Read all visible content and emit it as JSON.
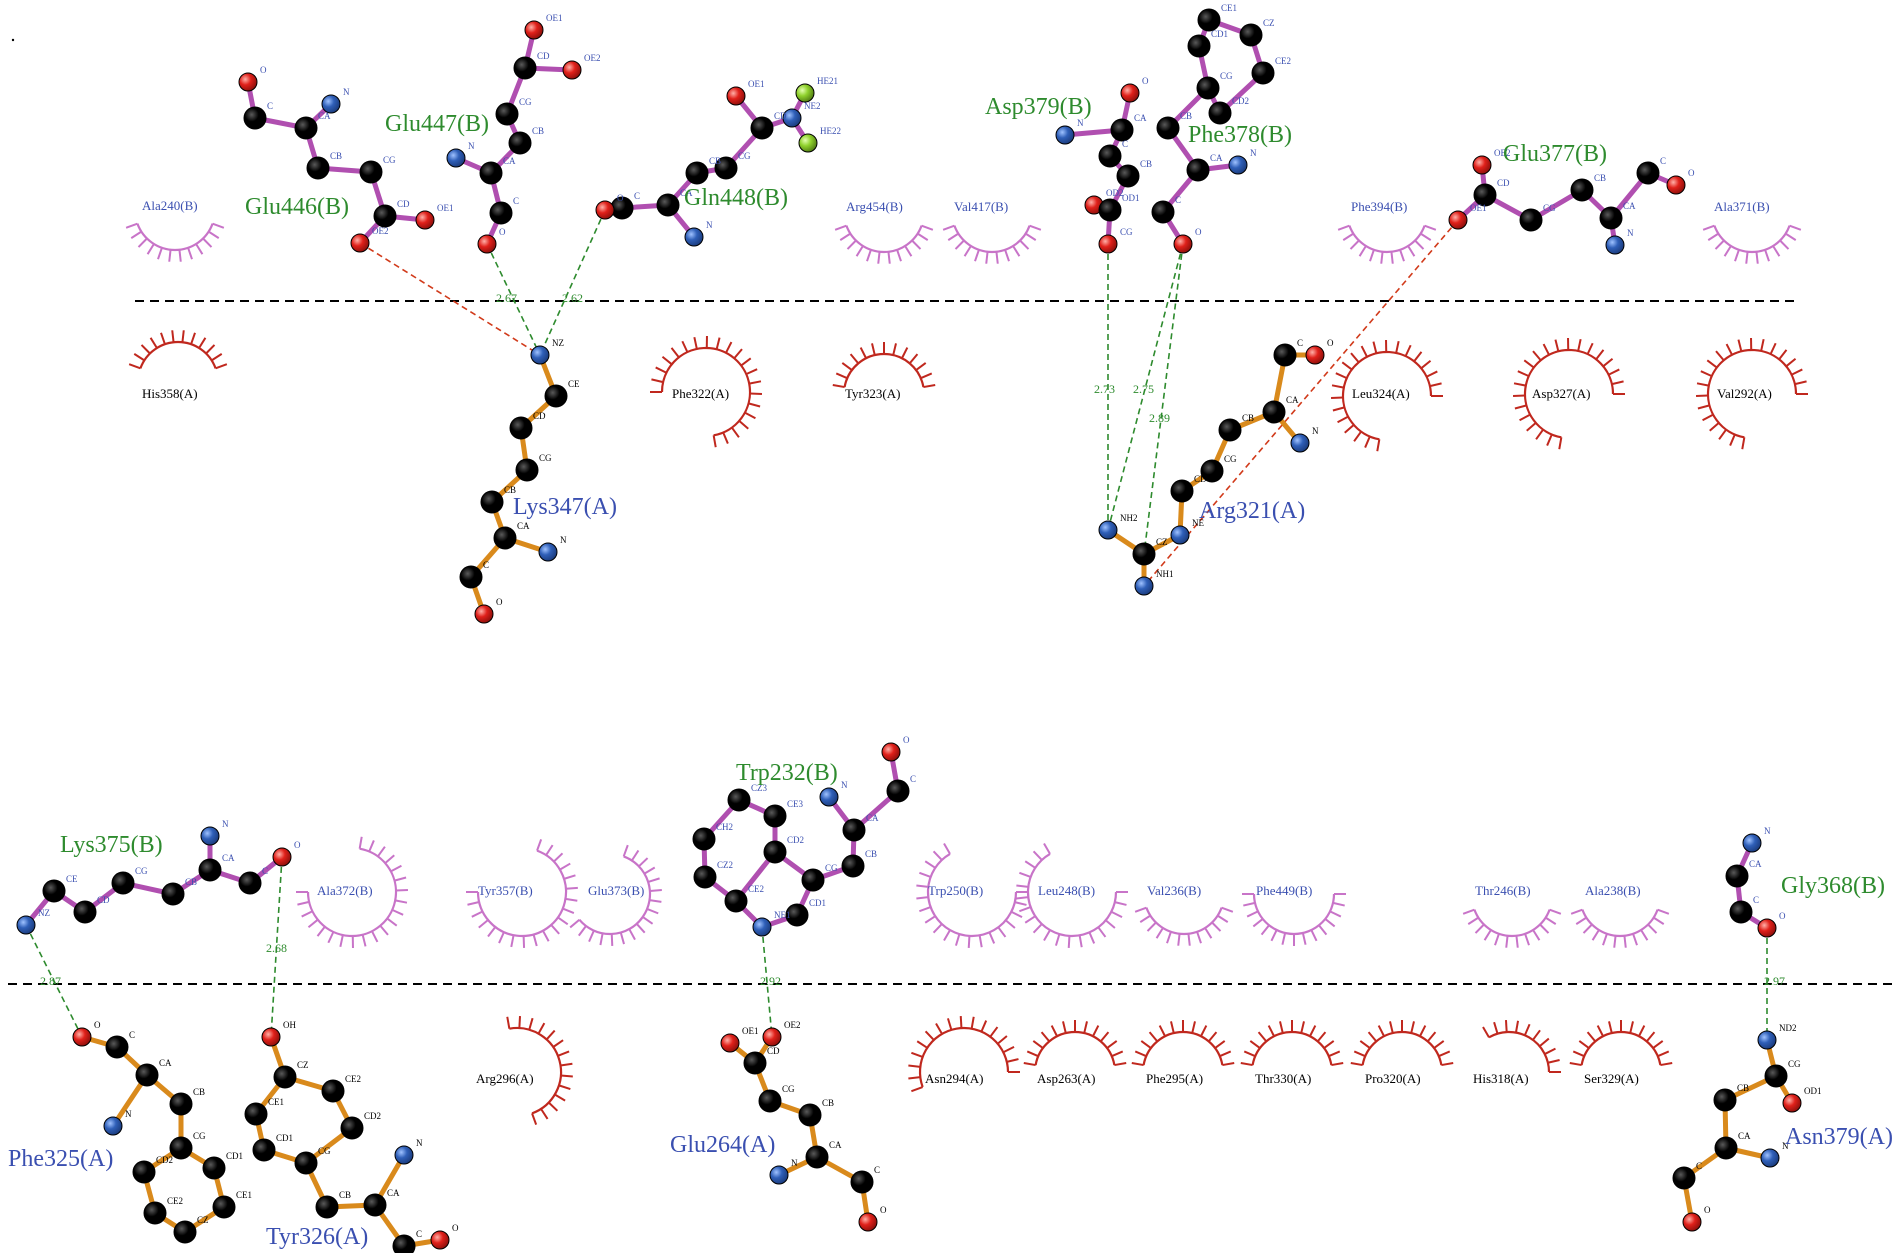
{
  "colors": {
    "chain_b_bond": "#b04fb0",
    "chain_a_bond": "#d98a1c",
    "chain_b_label": "#2e8b2e",
    "chain_a_label": "#3a4fb0",
    "hbond": "#2e8b2e",
    "salt_bridge": "#d13a1a",
    "hydrophobic_b": "#c874c8",
    "hydrophobic_a": "#c0281e",
    "atom_c": "#000000",
    "atom_n": "#2f5fb8",
    "atom_o": "#e0201a",
    "atom_h": "#8fd12c"
  },
  "top_panel": {
    "residues_b": [
      "Glu446(B)",
      "Glu447(B)",
      "Gln448(B)",
      "Asp379(B)",
      "Phe378(B)",
      "Glu377(B)"
    ],
    "residues_a": [
      "Lys347(A)",
      "Arg321(A)"
    ],
    "hydrophobic_b": [
      "Ala240(B)",
      "Arg454(B)",
      "Val417(B)",
      "Phe394(B)",
      "Ala371(B)"
    ],
    "hydrophobic_a": [
      "His358(A)",
      "Phe322(A)",
      "Tyr323(A)",
      "Leu324(A)",
      "Asp327(A)",
      "Val292(A)"
    ],
    "distances": [
      "2.67",
      "2.62",
      "2.73",
      "2.75",
      "2.89"
    ]
  },
  "bottom_panel": {
    "residues_b": [
      "Lys375(B)",
      "Trp232(B)",
      "Gly368(B)"
    ],
    "residues_a": [
      "Phe325(A)",
      "Tyr326(A)",
      "Glu264(A)",
      "Asn379(A)"
    ],
    "hydrophobic_b": [
      "Ala372(B)",
      "Tyr357(B)",
      "Glu373(B)",
      "Trp250(B)",
      "Leu248(B)",
      "Val236(B)",
      "Phe449(B)",
      "Thr246(B)",
      "Ala238(B)"
    ],
    "hydrophobic_a": [
      "Arg296(A)",
      "Asn294(A)",
      "Asp263(A)",
      "Phe295(A)",
      "Thr330(A)",
      "Pro320(A)",
      "His318(A)",
      "Ser329(A)"
    ],
    "distances": [
      "2.87",
      "2.68",
      "2.92",
      "2.97"
    ]
  },
  "atoms": {
    "glu446": [
      "O",
      "N",
      "C",
      "CA",
      "CB",
      "CG",
      "CD",
      "OE1",
      "OE2"
    ],
    "glu447": [
      "OE1",
      "CD",
      "OE2",
      "CG",
      "CB",
      "N",
      "CA",
      "C",
      "O"
    ],
    "gln448": [
      "OE1",
      "NE2",
      "HE21",
      "HE22",
      "CD",
      "CG",
      "CB",
      "CA",
      "C",
      "O",
      "N"
    ],
    "asp379": [
      "O",
      "N",
      "CA",
      "C",
      "CB",
      "OD2",
      "CG",
      "OD1"
    ],
    "phe378": [
      "CE1",
      "CZ",
      "CD1",
      "CE2",
      "CG",
      "CD2",
      "CB",
      "CA",
      "N",
      "C",
      "O"
    ],
    "glu377": [
      "OE2",
      "OE1",
      "CD",
      "CG",
      "CB",
      "CA",
      "C",
      "O",
      "N"
    ],
    "lys347": [
      "NZ",
      "CE",
      "CD",
      "CG",
      "CB",
      "CA",
      "N",
      "C",
      "O"
    ],
    "arg321": [
      "C",
      "O",
      "CA",
      "N",
      "CB",
      "CG",
      "CD",
      "NE",
      "CZ",
      "NH1",
      "NH2"
    ],
    "lys375": [
      "NZ",
      "CE",
      "CD",
      "CG",
      "CB",
      "N",
      "CA",
      "C",
      "O"
    ],
    "trp232": [
      "O",
      "C",
      "N",
      "CA",
      "CB",
      "CZ3",
      "CE3",
      "CH2",
      "CD2",
      "CZ2",
      "CE2",
      "NE1",
      "CD1",
      "CG"
    ],
    "gly368": [
      "N",
      "CA",
      "C",
      "O"
    ],
    "phe325": [
      "O",
      "C",
      "CA",
      "CB",
      "N",
      "CG",
      "CD1",
      "CE1",
      "CD2",
      "CE2",
      "CZ"
    ],
    "tyr326": [
      "OH",
      "CZ",
      "CE2",
      "CE1",
      "CD2",
      "CD1",
      "CG",
      "CB",
      "CA",
      "N",
      "C",
      "O"
    ],
    "glu264": [
      "OE1",
      "OE2",
      "CD",
      "CG",
      "CB",
      "CA",
      "N",
      "C",
      "O"
    ],
    "asn379": [
      "ND2",
      "CG",
      "OD1",
      "CB",
      "CA",
      "N",
      "C",
      "O"
    ]
  }
}
